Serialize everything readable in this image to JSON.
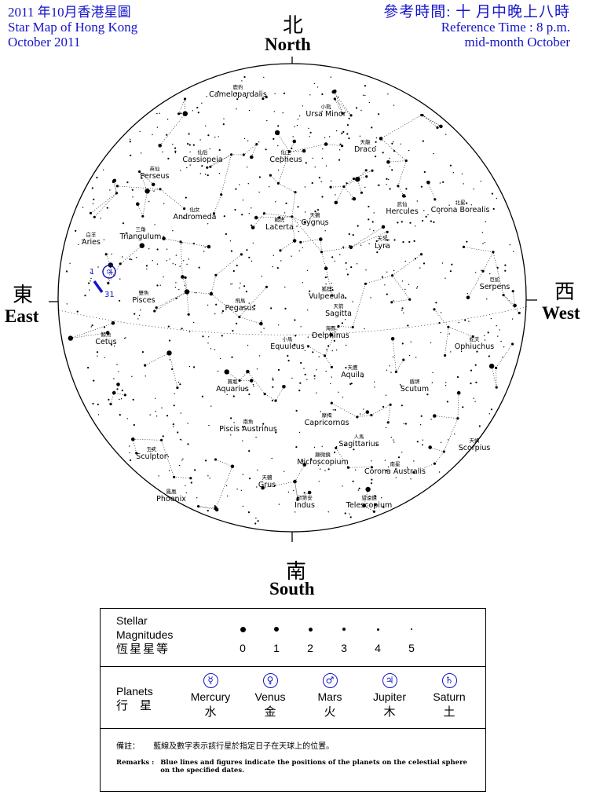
{
  "header": {
    "title_zh": "2011 年10月香港星圖",
    "title_en": "Star Map of Hong Kong",
    "date_en": "October  2011",
    "ref_zh": "參考時間:  十  月中晚上八時",
    "ref_en": "Reference Time : 8 p.m.",
    "ref_en2": "mid-month October"
  },
  "directions": {
    "north_zh": "北",
    "north_en": "North",
    "south_zh": "南",
    "south_en": "South",
    "east_zh": "東",
    "east_en": "East",
    "west_zh": "西",
    "west_en": "West"
  },
  "constellations": [
    {
      "zh": "鹿豹",
      "en": "Camelopardalis"
    },
    {
      "zh": "小熊",
      "en": "Ursa Minor"
    },
    {
      "zh": "天龍",
      "en": "Draco"
    },
    {
      "zh": "仙后",
      "en": "Cassiopeia"
    },
    {
      "zh": "仙王",
      "en": "Cepheus"
    },
    {
      "zh": "英仙",
      "en": "Perseus"
    },
    {
      "zh": "武仙",
      "en": "Hercules"
    },
    {
      "zh": "北冕",
      "en": "Corona Borealis"
    },
    {
      "zh": "仙女",
      "en": "Andromeda"
    },
    {
      "zh": "蝎虎",
      "en": "Lacerta"
    },
    {
      "zh": "天鵝",
      "en": "Cygnus"
    },
    {
      "zh": "白羊",
      "en": "Aries"
    },
    {
      "zh": "三角",
      "en": "Triangulum"
    },
    {
      "zh": "天琴",
      "en": "Lyra"
    },
    {
      "zh": "巨蛇",
      "en": "Serpens"
    },
    {
      "zh": "雙魚",
      "en": "Pisces"
    },
    {
      "zh": "狐狸",
      "en": "Vulpecula"
    },
    {
      "zh": "飛馬",
      "en": "Pegasus"
    },
    {
      "zh": "天箭",
      "en": "Sagitta"
    },
    {
      "zh": "海豚",
      "en": "Delphinus"
    },
    {
      "zh": "鯨魚",
      "en": "Cetus"
    },
    {
      "zh": "小馬",
      "en": "Equuleus"
    },
    {
      "zh": "蛇夫",
      "en": "Ophiuchus"
    },
    {
      "zh": "天鷹",
      "en": "Aquila"
    },
    {
      "zh": "寶瓶",
      "en": "Aquarius"
    },
    {
      "zh": "盾牌",
      "en": "Scutum"
    },
    {
      "zh": "南魚",
      "en": "Piscis Austrinus"
    },
    {
      "zh": "摩羯",
      "en": "Capricornus"
    },
    {
      "zh": "人馬",
      "en": "Sagittarius"
    },
    {
      "zh": "玉夫",
      "en": "Sculptor"
    },
    {
      "zh": "顯微鏡",
      "en": "Microscopium"
    },
    {
      "zh": "天蝎",
      "en": "Scorpius"
    },
    {
      "zh": "南冕",
      "en": "Corona Australis"
    },
    {
      "zh": "天鶴",
      "en": "Grus"
    },
    {
      "zh": "鳳凰",
      "en": "Phoenix"
    },
    {
      "zh": "印第安",
      "en": "Indus"
    },
    {
      "zh": "望遠鏡",
      "en": "Telescopium"
    }
  ],
  "jupiter_track": {
    "symbol": "♃",
    "start_label": "1",
    "end_label": "31",
    "color": "#1414c8"
  },
  "legend": {
    "magnitudes_title_1": "Stellar",
    "magnitudes_title_2": "Magnitudes",
    "magnitudes_title_zh": "恆星星等",
    "magnitudes": [
      "0",
      "1",
      "2",
      "3",
      "4",
      "5"
    ],
    "planets_title": "Planets",
    "planets_title_zh": "行　星",
    "planets": [
      {
        "symbol": "☿",
        "en": "Mercury",
        "zh": "水"
      },
      {
        "symbol": "♀",
        "en": "Venus",
        "zh": "金"
      },
      {
        "symbol": "♂",
        "en": "Mars",
        "zh": "火"
      },
      {
        "symbol": "♃",
        "en": "Jupiter",
        "zh": "木"
      },
      {
        "symbol": "♄",
        "en": "Saturn",
        "zh": "土"
      }
    ],
    "remarks_zh_label": "備註：",
    "remarks_zh": "藍線及數字表示該行星於指定日子在天球上的位置。",
    "remarks_en_label": "Remarks :",
    "remarks_en": "Blue lines and figures indicate the positions of the planets on the celestial sphere on the specified dates."
  }
}
